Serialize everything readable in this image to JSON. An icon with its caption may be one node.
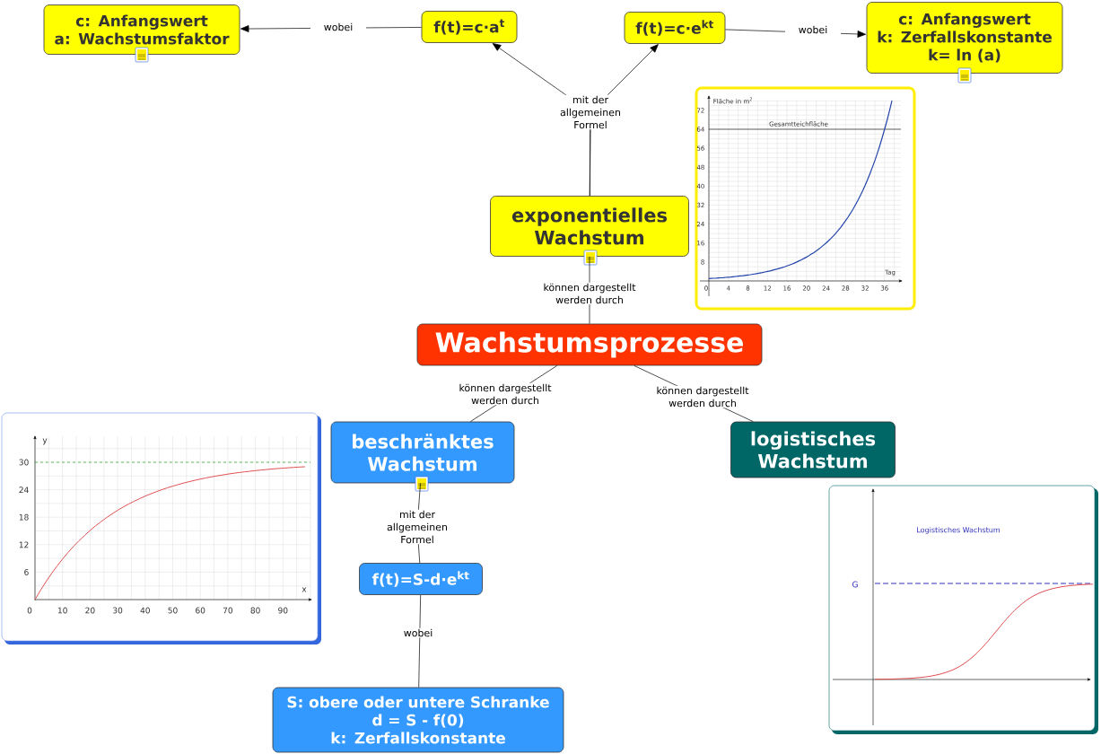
{
  "diagram": {
    "nodes": [
      {
        "text": [
          "Wachstumsprozesse"
        ]
      },
      {
        "text": [
          "exponentielles Wachstum"
        ]
      },
      {
        "text": [
          "f(t)=c·a$^{t}$"
        ]
      },
      {
        "text": [
          "f(t)=c·e$^{kt}$"
        ]
      },
      {
        "text": [
          "c: Anfangswert",
          "a: Wachstumsfaktor"
        ]
      },
      {
        "text": [
          "c: Anfangswert",
          "k: Zerfallskonstante",
          "k= ln (a)"
        ]
      },
      {
        "text": [
          "beschränktes Wachstum"
        ]
      },
      {
        "text": [
          "logistisches Wachstum"
        ]
      },
      {
        "text": [
          "f(t)=S-d·e$^{kt}$"
        ]
      },
      {
        "text": [
          "S: obere oder untere Schranke",
          "d = S - f(0)",
          "k: Zerfallskonstante"
        ]
      }
    ],
    "edges": [
      {
        "from": 0,
        "to": 1,
        "arrow": "none",
        "label": "können dargestellt werden durch"
      },
      {
        "from": 0,
        "to": 6,
        "arrow": "none",
        "label": "können dargestellt werden durch"
      },
      {
        "from": 0,
        "to": 7,
        "arrow": "none",
        "label": "können dargestellt werden durch"
      },
      {
        "from": 1,
        "to": 2,
        "arrow": "to",
        "label": "mit der allgemeinen Formel"
      },
      {
        "from": 1,
        "to": 3,
        "arrow": "to"
      },
      {
        "from": 2,
        "to": 4,
        "arrow": "to",
        "label": "wobei"
      },
      {
        "from": 3,
        "to": 5,
        "arrow": "to",
        "label": "wobei"
      },
      {
        "from": 6,
        "to": 8,
        "arrow": "none",
        "label": "mit der allgemeinen Formel"
      },
      {
        "from": 8,
        "to": 9,
        "arrow": "none",
        "label": "wobei"
      }
    ],
    "labels": [
      "Fläche in m$^{2}$",
      "72",
      "64",
      "56",
      "48",
      "40",
      "32",
      "24",
      "16",
      "8",
      "Gesamtteichfläche",
      "Tag",
      "0",
      "4",
      "8",
      "12",
      "16",
      "20",
      "24",
      "28",
      "32",
      "36",
      "y",
      "30",
      "24",
      "18",
      "12",
      "6",
      "x",
      "0",
      "10",
      "20",
      "30",
      "40",
      "50",
      "60",
      "70",
      "80",
      "90",
      "Logistisches Wachstum",
      "G"
    ]
  }
}
